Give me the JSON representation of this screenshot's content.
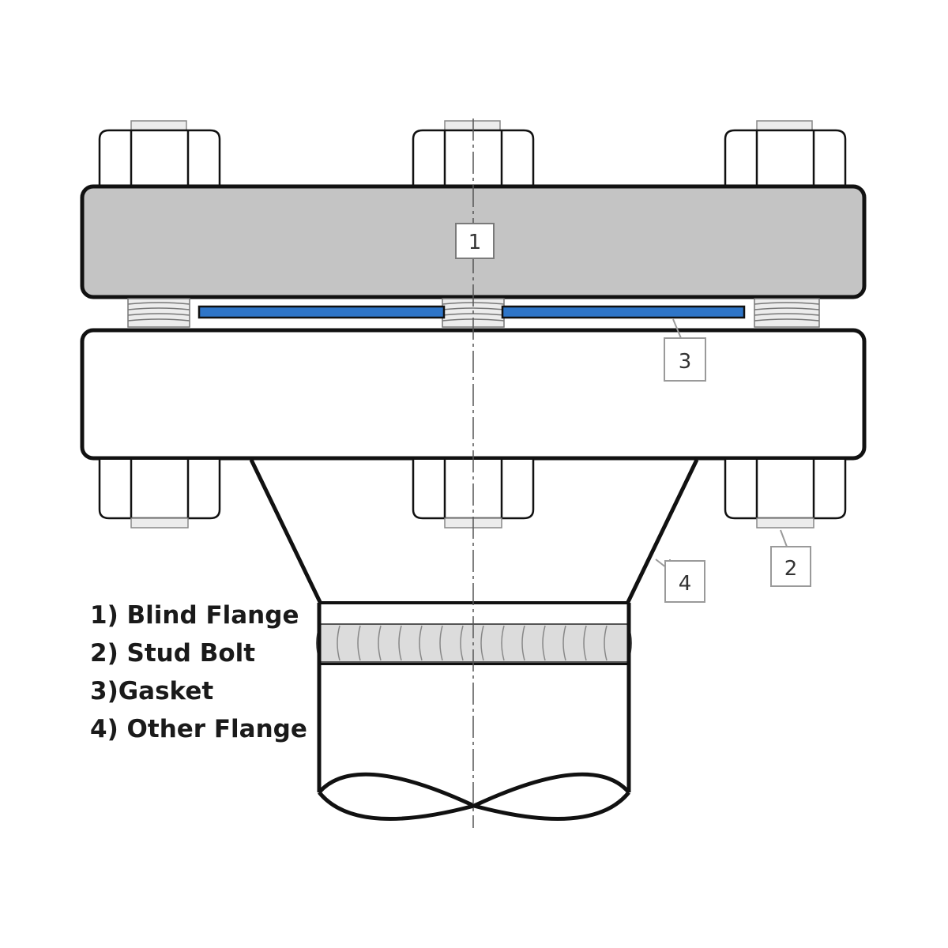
{
  "callouts": [
    {
      "id": "1",
      "label": "1"
    },
    {
      "id": "2",
      "label": "2"
    },
    {
      "id": "3",
      "label": "3"
    },
    {
      "id": "4",
      "label": "4"
    }
  ],
  "legend": [
    "1) Blind Flange",
    "2) Stud Bolt",
    "3)Gasket",
    "4) Other Flange"
  ],
  "colors": {
    "blind_flange": "#c4c4c4",
    "gasket": "#2e75c8",
    "outline": "#111111",
    "callout_border": "#9a9a9a",
    "thread_fill": "#ececec"
  }
}
